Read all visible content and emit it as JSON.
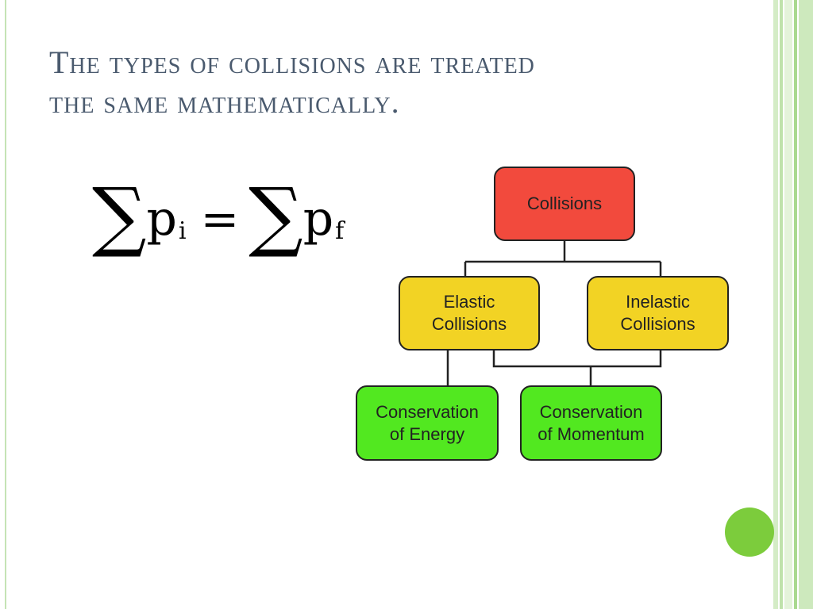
{
  "slide": {
    "title_line1": "The types of collisions are treated",
    "title_line2": "the same mathematically.",
    "formula": {
      "sum_symbol": "∑",
      "left_var": "p",
      "left_sub": "i",
      "equals": "=",
      "right_var": "p",
      "right_sub": "f"
    }
  },
  "diagram": {
    "nodes": {
      "root": "Collisions",
      "elastic": "Elastic\nCollisions",
      "inelastic": "Inelastic\nCollisions",
      "energy": "Conservation\nof Energy",
      "momentum": "Conservation\nof Momentum"
    },
    "colors": {
      "root": "#f24a3d",
      "level2": "#f2d324",
      "level3": "#52e820",
      "accent_dot": "#7ccc3c"
    }
  }
}
